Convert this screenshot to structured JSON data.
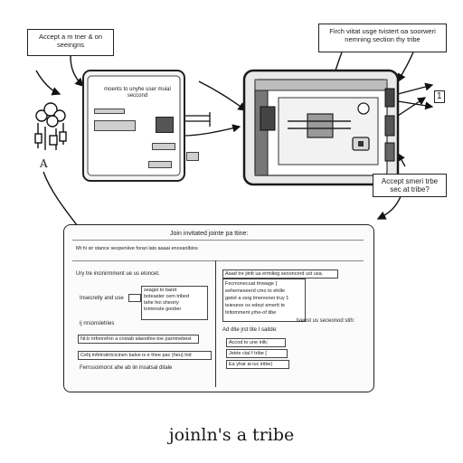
{
  "callouts": {
    "top_left": "Accept a m tner & on seeingns",
    "top_right": "Firch  viitat usge tvistert oa soorweri nemning section thy tribe",
    "right_mid": "Accept smeri trbe sec at tribe?",
    "side_letter": "A",
    "side_number": "1"
  },
  "left_device": {
    "heading": "moents to unyhe user muial seccond",
    "label_top": "",
    "label_a": "",
    "label_b": ""
  },
  "panel": {
    "title": "Join invitated jointe pa ttine:",
    "header_text": "Mt hi sir stance seopeniive foran lats aaaai enceanlbios",
    "left": {
      "heading": "Ury tre incinirmment ue us eloncet.",
      "field_label": "Insecretly and use",
      "note_lines": [
        "seagst to band",
        "boteaster cem tribed",
        "tahe hoi sheoriy",
        "tomenste goober"
      ],
      "row1": "ij nrsonsletries",
      "row2": "Nt.b nrfonrefon a cristab alaesthie-toe parrimebest",
      "row3": "Cehj infetrsiintcicinen balve is e thee pac (heu) hid",
      "row4": "Ferrssoimorst ahe ab iin insatsal ditale"
    },
    "right": {
      "heading": "Aaad tre jiinlt ua ermilieg seooncerd ust usa.",
      "list": [
        "Fecmonecuat tmwage [",
        "eehemeseerd cmo to ehille",
        "gwiot a ssrg tmeresnei truy 1",
        "teieseve os edeyt emertt te",
        "tiritomment yrhe-of tibe"
      ],
      "side_note": "tvenst us seceonod stih:",
      "bottom_heading": "Ad dtie jrst tite I saitde:",
      "options": [
        "Accod to une iriik;",
        "Jetrie ctal f tribe [",
        "Ea yhar ai iuc iriibe|"
      ]
    }
  },
  "caption": "joinln's a tribe"
}
